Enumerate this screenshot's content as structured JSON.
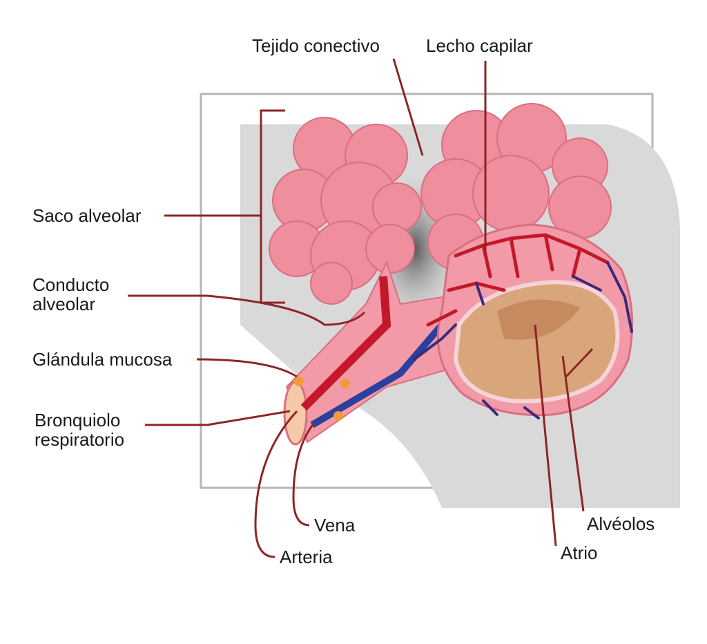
{
  "labels": {
    "connective_tissue": "Tejido conectivo",
    "capillary_bed": "Lecho capilar",
    "alveolar_sac": "Saco alveolar",
    "alveolar_duct_1": "Conducto",
    "alveolar_duct_2": "alveolar",
    "mucous_gland": "Glándula mucosa",
    "bronchiole_1": "Bronquiolo",
    "bronchiole_2": "respiratorio",
    "vein": "Vena",
    "artery": "Arteria",
    "alveoli": "Alvéolos",
    "atrium": "Atrio"
  },
  "colors": {
    "leader": "#8e2424",
    "alveolus": "#ef8e9c",
    "artery": "#c3182a",
    "vein": "#2b3f9e",
    "atrium": "#d9a57a",
    "frame": "#b5b5b5"
  }
}
